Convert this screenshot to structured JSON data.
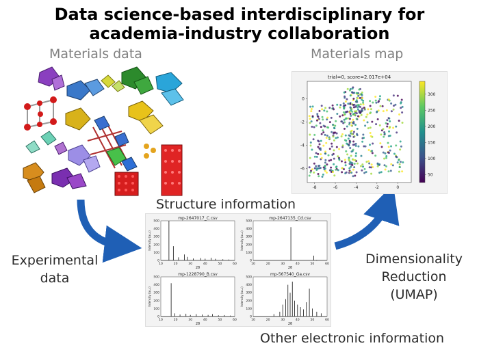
{
  "title": {
    "line1": "Data science-based interdisciplinary for",
    "line2": "academia-industry collaboration"
  },
  "labels": {
    "materials_data": "Materials data",
    "materials_map": "Materials map",
    "structure_information": "Structure information",
    "experimental_data_line1": "Experimental",
    "experimental_data_line2": "data",
    "dimensionality_line1": "Dimensionality",
    "dimensionality_line2": "Reduction",
    "dimensionality_line3": "(UMAP)",
    "other_electronic": "Other electronic information"
  },
  "colors": {
    "arrow": "#1f5fb5",
    "label_gray": "#808080"
  },
  "chart_data": [
    {
      "type": "scatter",
      "title": "trial=0, score=2.017e+04",
      "xticks": [
        "-8",
        "-6",
        "-4",
        "-2",
        "0"
      ],
      "yticks": [
        "0",
        "-2",
        "-4",
        "-6"
      ],
      "xlim": [
        -8.7,
        1.3
      ],
      "ylim": [
        -7.2,
        1.5
      ],
      "colorbar_ticks": [
        "300",
        "250",
        "200",
        "150",
        "100",
        "50"
      ],
      "colorbar_range": [
        25,
        340
      ],
      "colormap": "viridis"
    },
    {
      "type": "line",
      "title": "mp-2647017_C.csv",
      "xlabel": "2θ",
      "ylabel": "Intensity (a.u.)",
      "xticks": [
        "10",
        "20",
        "30",
        "40",
        "50",
        "60"
      ],
      "yticks": [
        "0",
        "100",
        "200",
        "300",
        "400",
        "500"
      ],
      "xlim": [
        10,
        60
      ],
      "ylim": [
        0,
        500
      ],
      "peaks": [
        [
          15.5,
          500
        ],
        [
          18.5,
          180
        ],
        [
          22,
          40
        ],
        [
          26,
          75
        ],
        [
          28,
          45
        ],
        [
          32,
          25
        ],
        [
          37,
          30
        ],
        [
          40,
          22
        ],
        [
          44,
          35
        ],
        [
          47,
          20
        ],
        [
          52,
          15
        ],
        [
          56,
          12
        ]
      ]
    },
    {
      "type": "line",
      "title": "mp-2647135_Cd.csv",
      "xlabel": "2θ",
      "ylabel": "Intensity (a.u.)",
      "xticks": [
        "10",
        "20",
        "30",
        "40",
        "50",
        "60"
      ],
      "yticks": [
        "0",
        "100",
        "200",
        "300",
        "400",
        "500"
      ],
      "xlim": [
        10,
        60
      ],
      "ylim": [
        0,
        500
      ],
      "peaks": [
        [
          35.5,
          420
        ],
        [
          51,
          60
        ],
        [
          53,
          8
        ]
      ]
    },
    {
      "type": "line",
      "title": "mp-1228790_B.csv",
      "xlabel": "2θ",
      "ylabel": "Intensity (a.u.)",
      "xticks": [
        "10",
        "20",
        "30",
        "40",
        "50",
        "60"
      ],
      "yticks": [
        "0",
        "100",
        "200",
        "300",
        "400",
        "500"
      ],
      "xlim": [
        10,
        60
      ],
      "ylim": [
        0,
        500
      ],
      "peaks": [
        [
          17,
          420
        ],
        [
          19.5,
          40
        ],
        [
          23,
          25
        ],
        [
          27,
          35
        ],
        [
          30,
          20
        ],
        [
          34,
          30
        ],
        [
          38,
          25
        ],
        [
          42,
          20
        ],
        [
          45,
          30
        ],
        [
          49,
          15
        ],
        [
          53,
          18
        ],
        [
          57,
          12
        ]
      ]
    },
    {
      "type": "line",
      "title": "mp-567540_Ga.csv",
      "xlabel": "2θ",
      "ylabel": "Intensity (a.u.)",
      "xticks": [
        "10",
        "20",
        "30",
        "40",
        "50",
        "60"
      ],
      "yticks": [
        "0",
        "100",
        "200",
        "300",
        "400",
        "500"
      ],
      "xlim": [
        10,
        60
      ],
      "ylim": [
        0,
        500
      ],
      "peaks": [
        [
          24,
          30
        ],
        [
          28,
          60
        ],
        [
          30,
          150
        ],
        [
          32,
          220
        ],
        [
          33.5,
          400
        ],
        [
          35,
          300
        ],
        [
          36.5,
          440
        ],
        [
          38,
          200
        ],
        [
          40,
          150
        ],
        [
          42,
          120
        ],
        [
          44,
          90
        ],
        [
          46,
          180
        ],
        [
          48,
          350
        ],
        [
          50,
          100
        ],
        [
          53,
          60
        ],
        [
          56,
          40
        ]
      ]
    }
  ]
}
